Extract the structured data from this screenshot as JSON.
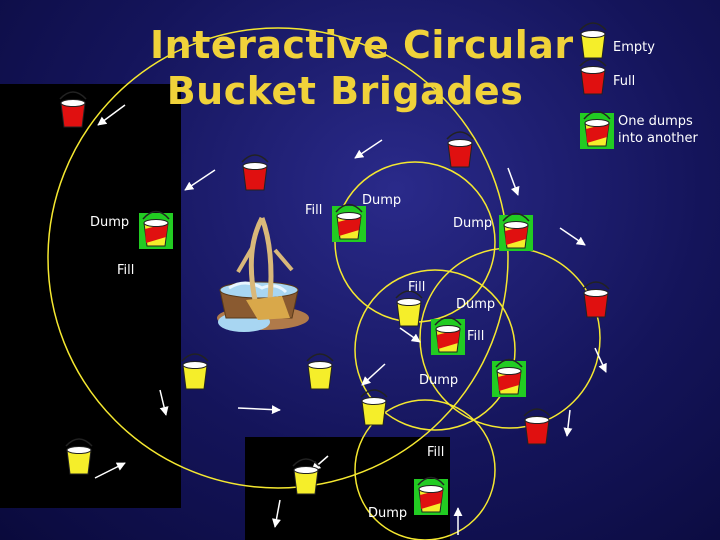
{
  "title": {
    "line1": "Interactive Circular",
    "line2": "Bucket Brigades"
  },
  "legend": {
    "empty_label": "Empty",
    "full_label": "Full",
    "dump_label_line1": "One dumps",
    "dump_label_line2": "into another"
  },
  "labels": {
    "dump_left": "Dump",
    "fill_left": "Fill",
    "fill_center": "Fill",
    "dump_center": "Dump",
    "dump_right": "Dump",
    "fill_mid": "Fill",
    "dump_mid": "Dump",
    "fill_mid2": "Fill",
    "dump_low": "Dump",
    "fill_bottom": "Fill",
    "dump_bottom": "Dump"
  },
  "colors": {
    "background": "#14145a",
    "title": "#f0d23a",
    "track": "#f5e830",
    "bucket_empty": "#f5ee2a",
    "bucket_full": "#e01010",
    "dump_highlight": "#22cc22"
  }
}
